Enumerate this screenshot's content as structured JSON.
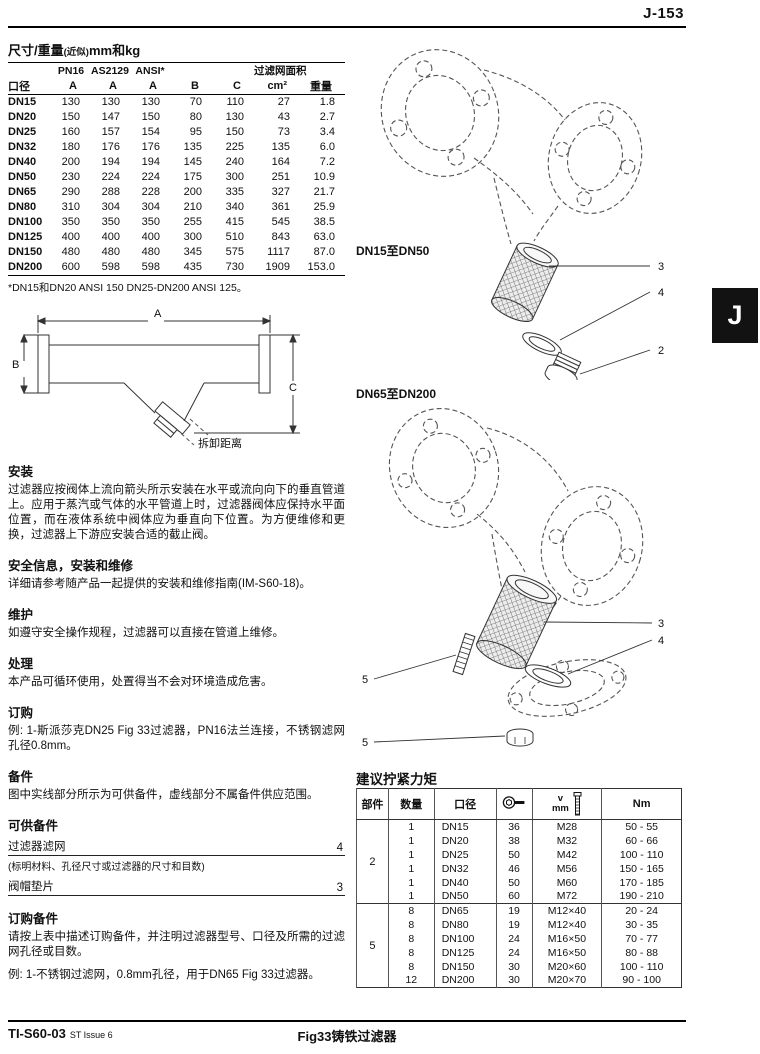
{
  "page": {
    "number": "J-153",
    "section_tab": "J",
    "footer": {
      "doc_code": "TI-S60-03",
      "issue": "ST Issue 6",
      "title": "Fig33铸铁过滤器"
    }
  },
  "dims": {
    "title": "尺寸/重量",
    "title_note": "(近似)",
    "title_units": "mm和kg",
    "group_headers": {
      "pn16": "PN16",
      "as2129": "AS2129",
      "ansi": "ANSI*",
      "screen_area": "过滤网面积"
    },
    "col_headers": [
      "口径",
      "A",
      "A",
      "A",
      "B",
      "C",
      "cm²",
      "重量"
    ],
    "rows": [
      [
        "DN15",
        "130",
        "130",
        "130",
        "70",
        "110",
        "27",
        "1.8"
      ],
      [
        "DN20",
        "150",
        "147",
        "150",
        "80",
        "130",
        "43",
        "2.7"
      ],
      [
        "DN25",
        "160",
        "157",
        "154",
        "95",
        "150",
        "73",
        "3.4"
      ],
      [
        "DN32",
        "180",
        "176",
        "176",
        "135",
        "225",
        "135",
        "6.0"
      ],
      [
        "DN40",
        "200",
        "194",
        "194",
        "145",
        "240",
        "164",
        "7.2"
      ],
      [
        "DN50",
        "230",
        "224",
        "224",
        "175",
        "300",
        "251",
        "10.9"
      ],
      [
        "DN65",
        "290",
        "288",
        "228",
        "200",
        "335",
        "327",
        "21.7"
      ],
      [
        "DN80",
        "310",
        "304",
        "304",
        "210",
        "340",
        "361",
        "25.9"
      ],
      [
        "DN100",
        "350",
        "350",
        "350",
        "255",
        "415",
        "545",
        "38.5"
      ],
      [
        "DN125",
        "400",
        "400",
        "400",
        "300",
        "510",
        "843",
        "63.0"
      ],
      [
        "DN150",
        "480",
        "480",
        "480",
        "345",
        "575",
        "1117",
        "87.0"
      ],
      [
        "DN200",
        "600",
        "598",
        "598",
        "435",
        "730",
        "1909",
        "153.0"
      ]
    ],
    "footnote": "*DN15和DN20 ANSI 150 DN25-DN200 ANSI 125。"
  },
  "dim_diagram": {
    "a": "A",
    "b": "B",
    "c": "C",
    "caption": "拆卸距离"
  },
  "sections": [
    {
      "heading": "安装",
      "body": "过滤器应按阀体上流向箭头所示安装在水平或流向向下的垂直管道上。应用于蒸汽或气体的水平管道上时，过滤器阀体应保持水平面位置，而在液体系统中阀体应为垂直向下位置。为方便维修和更换，过滤器上下游应安装合适的截止阀。"
    },
    {
      "heading": "安全信息，安装和维修",
      "body": "详细请参考随产品一起提供的安装和维修指南(IM-S60-18)。"
    },
    {
      "heading": "维护",
      "body": "如遵守安全操作规程，过滤器可以直接在管道上维修。"
    },
    {
      "heading": "处理",
      "body": "本产品可循环使用，处置得当不会对环境造成危害。"
    },
    {
      "heading": "订购",
      "body": "例: 1-斯派莎克DN25 Fig 33过滤器，PN16法兰连接，不锈钢滤网孔径0.8mm。"
    },
    {
      "heading": "备件",
      "body": "图中实线部分所示为可供备件，虚线部分不属备件供应范围。"
    }
  ],
  "spares": {
    "heading": "可供备件",
    "items": [
      {
        "label": "过滤器滤网",
        "ref": "4",
        "note": "(标明材料、孔径尺寸或过滤器的尺寸和目数)"
      },
      {
        "label": "阀帽垫片",
        "ref": "3",
        "note": ""
      }
    ]
  },
  "ordering_spares": {
    "heading": "订购备件",
    "body": "请按上表中描述订购备件，并注明过滤器型号、口径及所需的过滤网孔径或目数。",
    "example": "例: 1-不锈钢过滤网，0.8mm孔径，用于DN65 Fig 33过滤器。"
  },
  "diagrams": {
    "top": {
      "label": "DN15至DN50",
      "callouts": [
        "3",
        "4",
        "2"
      ]
    },
    "bottom": {
      "label": "DN65至DN200",
      "callouts": [
        "3",
        "4",
        "5",
        "5"
      ]
    }
  },
  "torque": {
    "title": "建议拧紧力矩",
    "headers": {
      "part": "部件",
      "qty": "数量",
      "size": "口径",
      "bolt_label_top": "v",
      "bolt_label_bottom": "mm",
      "nm": "Nm"
    },
    "icons": {
      "spanner": "spanner-icon",
      "bolt": "bolt-icon"
    },
    "groups": [
      {
        "part": "2",
        "rows": [
          {
            "qty": "1",
            "size": "DN15",
            "spanner": "36",
            "bolt": "M28",
            "nm": "50 - 55"
          },
          {
            "qty": "1",
            "size": "DN20",
            "spanner": "38",
            "bolt": "M32",
            "nm": "60 - 66"
          },
          {
            "qty": "1",
            "size": "DN25",
            "spanner": "50",
            "bolt": "M42",
            "nm": "100 - 110"
          },
          {
            "qty": "1",
            "size": "DN32",
            "spanner": "46",
            "bolt": "M56",
            "nm": "150 - 165"
          },
          {
            "qty": "1",
            "size": "DN40",
            "spanner": "50",
            "bolt": "M60",
            "nm": "170 - 185"
          },
          {
            "qty": "1",
            "size": "DN50",
            "spanner": "60",
            "bolt": "M72",
            "nm": "190 - 210"
          }
        ]
      },
      {
        "part": "5",
        "rows": [
          {
            "qty": "8",
            "size": "DN65",
            "spanner": "19",
            "bolt": "M12×40",
            "nm": "20 - 24"
          },
          {
            "qty": "8",
            "size": "DN80",
            "spanner": "19",
            "bolt": "M12×40",
            "nm": "30 - 35"
          },
          {
            "qty": "8",
            "size": "DN100",
            "spanner": "24",
            "bolt": "M16×50",
            "nm": "70 - 77"
          },
          {
            "qty": "8",
            "size": "DN125",
            "spanner": "24",
            "bolt": "M16×50",
            "nm": "80 - 88"
          },
          {
            "qty": "8",
            "size": "DN150",
            "spanner": "30",
            "bolt": "M20×60",
            "nm": "100 - 110"
          },
          {
            "qty": "12",
            "size": "DN200",
            "spanner": "30",
            "bolt": "M20×70",
            "nm": "90 - 100"
          }
        ]
      }
    ]
  }
}
